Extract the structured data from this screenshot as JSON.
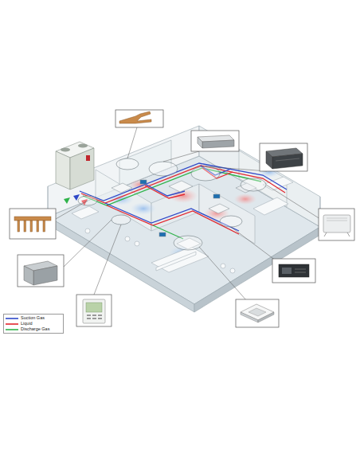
{
  "diagram": {
    "legend": [
      {
        "text": "Suction Gas"
      },
      {
        "text": "Liquid"
      },
      {
        "text": "Discharge Gas"
      }
    ]
  }
}
